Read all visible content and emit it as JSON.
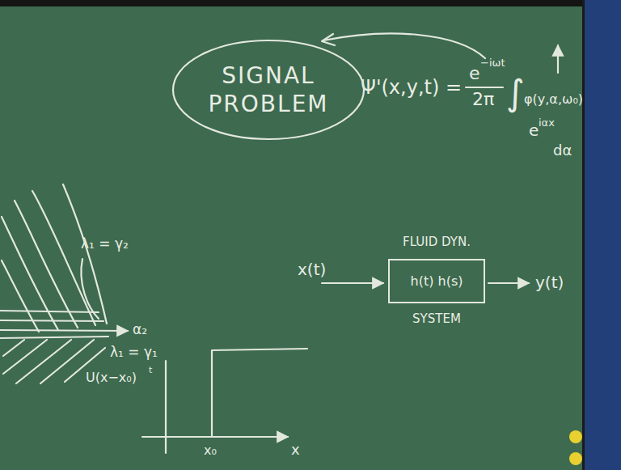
{
  "diagram": {
    "nodes": [
      {
        "text": [
          "SIGNAL PROBLEM"
        ]
      },
      {
        "text": [
          "FLUID DYN.",
          "h(t) h(s)",
          "SYSTEM"
        ]
      }
    ],
    "labels": [
      "Ψ'(x,y,t) =",
      "e",
      "−iωt",
      "2π",
      "∫",
      "φ(y,α,ω₀)",
      "e",
      "iαx",
      "dα",
      "λ₁ = γ₂",
      "α₂",
      "λ₁ = γ₁",
      "U(x−x₀)",
      "t",
      "x₀",
      "x",
      "x(t)",
      "y(t)"
    ]
  }
}
